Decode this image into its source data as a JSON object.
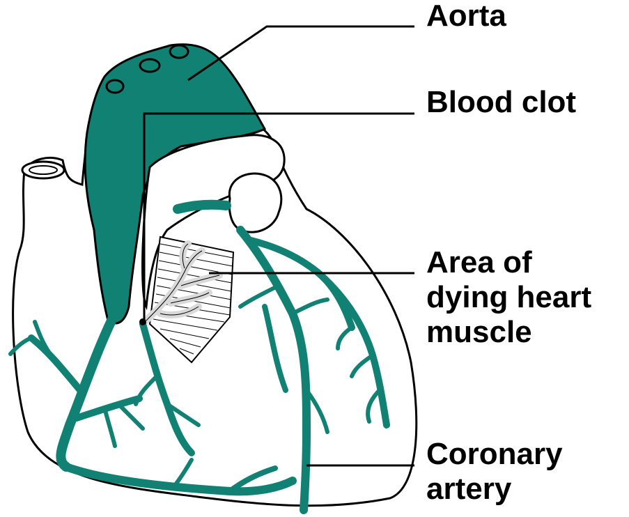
{
  "labels": {
    "aorta": "Aorta",
    "blood_clot": "Blood clot",
    "area_dying": [
      "Area of",
      "dying heart",
      "muscle"
    ],
    "coronary": [
      "Coronary",
      "artery"
    ]
  },
  "colors": {
    "artery": "#118174",
    "outline": "#000000",
    "background": "#ffffff",
    "dying_area_vessel": "#d9d9d9"
  }
}
